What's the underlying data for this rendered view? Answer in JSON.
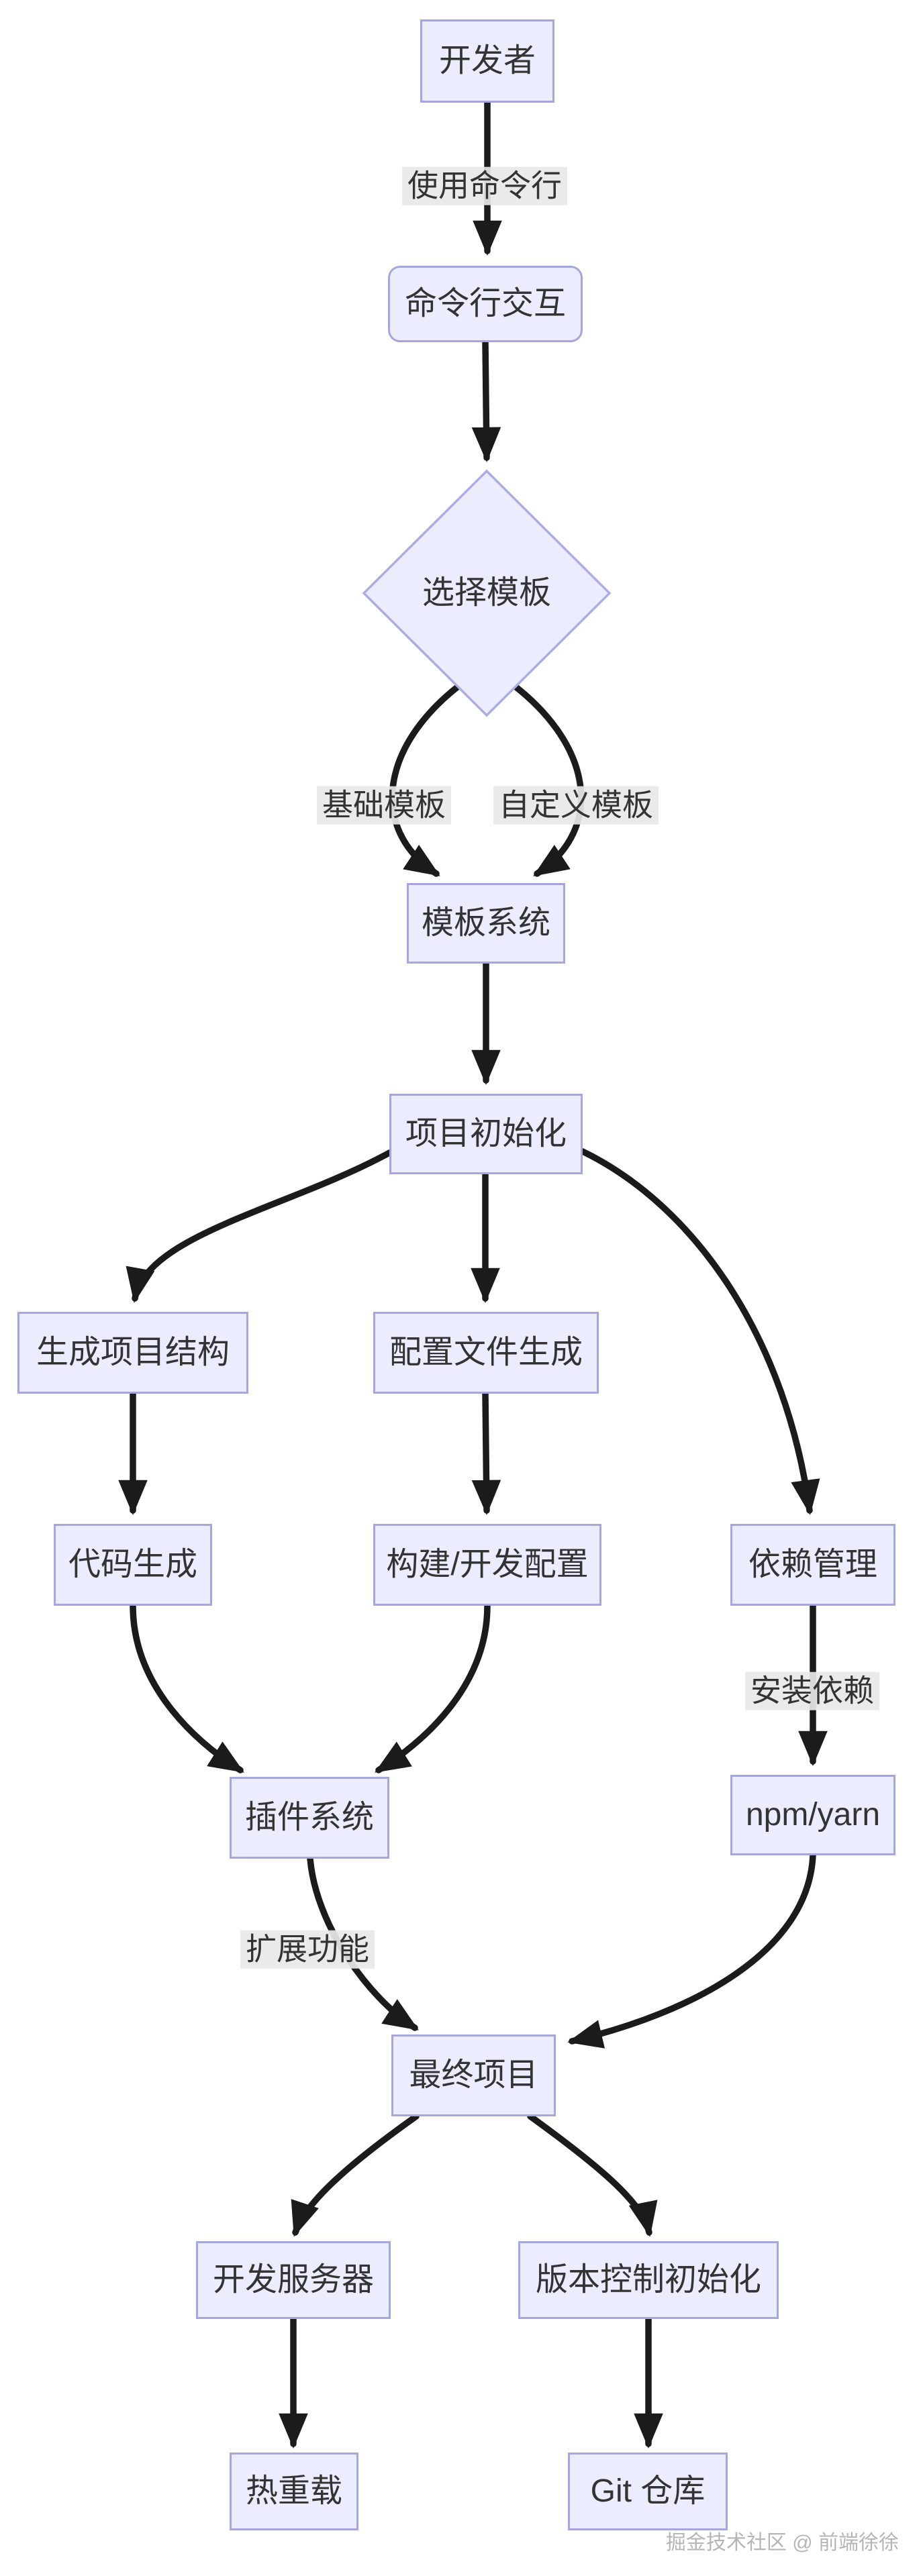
{
  "diagram": {
    "type": "flowchart-top-down",
    "nodes": {
      "developer": {
        "label": "开发者",
        "shape": "rect"
      },
      "cli": {
        "label": "命令行交互",
        "shape": "rounded-rect"
      },
      "choose_template": {
        "label": "选择模板",
        "shape": "diamond"
      },
      "template_system": {
        "label": "模板系统",
        "shape": "rect"
      },
      "project_init": {
        "label": "项目初始化",
        "shape": "rect"
      },
      "gen_structure": {
        "label": "生成项目结构",
        "shape": "rect"
      },
      "config_gen": {
        "label": "配置文件生成",
        "shape": "rect"
      },
      "code_gen": {
        "label": "代码生成",
        "shape": "rect"
      },
      "build_dev_config": {
        "label": "构建/开发配置",
        "shape": "rect"
      },
      "dep_mgmt": {
        "label": "依赖管理",
        "shape": "rect"
      },
      "plugin_system": {
        "label": "插件系统",
        "shape": "rect"
      },
      "npm_yarn": {
        "label": "npm/yarn",
        "shape": "rect"
      },
      "final_project": {
        "label": "最终项目",
        "shape": "rect"
      },
      "dev_server": {
        "label": "开发服务器",
        "shape": "rect"
      },
      "version_control": {
        "label": "版本控制初始化",
        "shape": "rect"
      },
      "hot_reload": {
        "label": "热重载",
        "shape": "rect"
      },
      "git_repo": {
        "label": "Git 仓库",
        "shape": "rect"
      }
    },
    "edge_labels": {
      "use_cli": "使用命令行",
      "basic_template": "基础模板",
      "custom_template": "自定义模板",
      "install_deps": "安装依赖",
      "extend_features": "扩展功能"
    },
    "edges": [
      {
        "from": "developer",
        "to": "cli",
        "label": "使用命令行"
      },
      {
        "from": "cli",
        "to": "choose_template",
        "label": ""
      },
      {
        "from": "choose_template",
        "to": "template_system",
        "label": "基础模板"
      },
      {
        "from": "choose_template",
        "to": "template_system",
        "label": "自定义模板"
      },
      {
        "from": "template_system",
        "to": "project_init",
        "label": ""
      },
      {
        "from": "project_init",
        "to": "gen_structure",
        "label": ""
      },
      {
        "from": "project_init",
        "to": "config_gen",
        "label": ""
      },
      {
        "from": "project_init",
        "to": "dep_mgmt",
        "label": ""
      },
      {
        "from": "gen_structure",
        "to": "code_gen",
        "label": ""
      },
      {
        "from": "config_gen",
        "to": "build_dev_config",
        "label": ""
      },
      {
        "from": "code_gen",
        "to": "plugin_system",
        "label": ""
      },
      {
        "from": "build_dev_config",
        "to": "plugin_system",
        "label": ""
      },
      {
        "from": "dep_mgmt",
        "to": "npm_yarn",
        "label": "安装依赖"
      },
      {
        "from": "plugin_system",
        "to": "final_project",
        "label": "扩展功能"
      },
      {
        "from": "npm_yarn",
        "to": "final_project",
        "label": ""
      },
      {
        "from": "final_project",
        "to": "dev_server",
        "label": ""
      },
      {
        "from": "final_project",
        "to": "version_control",
        "label": ""
      },
      {
        "from": "dev_server",
        "to": "hot_reload",
        "label": ""
      },
      {
        "from": "version_control",
        "to": "git_repo",
        "label": ""
      }
    ],
    "colors": {
      "node_fill": "#ECECFF",
      "node_border": "#A6A6DE",
      "edge": "#1B1B1B",
      "edge_label_bg": "#E8E8E8",
      "text": "#333333",
      "watermark_text": "#B5B5B5",
      "background": "#FFFFFF"
    },
    "watermark": "掘金技术社区 @ 前端徐徐"
  }
}
